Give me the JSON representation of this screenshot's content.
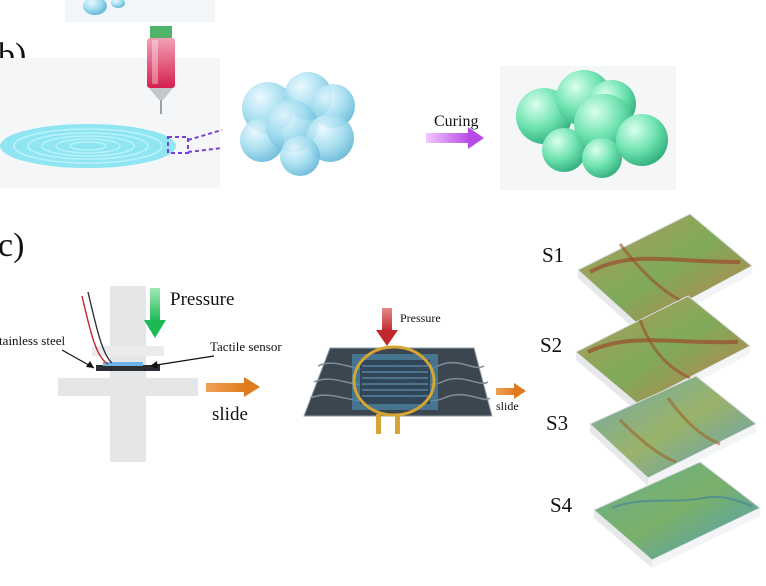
{
  "panels": {
    "b": {
      "label": "b)",
      "arrow_label": "Curing"
    },
    "c": {
      "label": "c)",
      "pressure_left": "Pressure",
      "stainless_steel": "stainless steel",
      "tactile_sensor": "Tactile sensor",
      "slide_left": "slide",
      "pressure_middle": "Pressure",
      "slide_middle": "slide",
      "samples": [
        "S1",
        "S2",
        "S3",
        "S4"
      ]
    }
  },
  "colors": {
    "droplet_blue": "#9fdcef",
    "cured_green": "#6fe3b0",
    "curing_arrow": "#b84ae6",
    "pressure_green": "#1db954",
    "pressure_red": "#c0282d",
    "slide_orange": "#e07a1f",
    "sensor_gold": "#d6a533"
  },
  "icons": {
    "syringe": "syringe-icon",
    "substrate": "spiral-substrate-icon"
  }
}
